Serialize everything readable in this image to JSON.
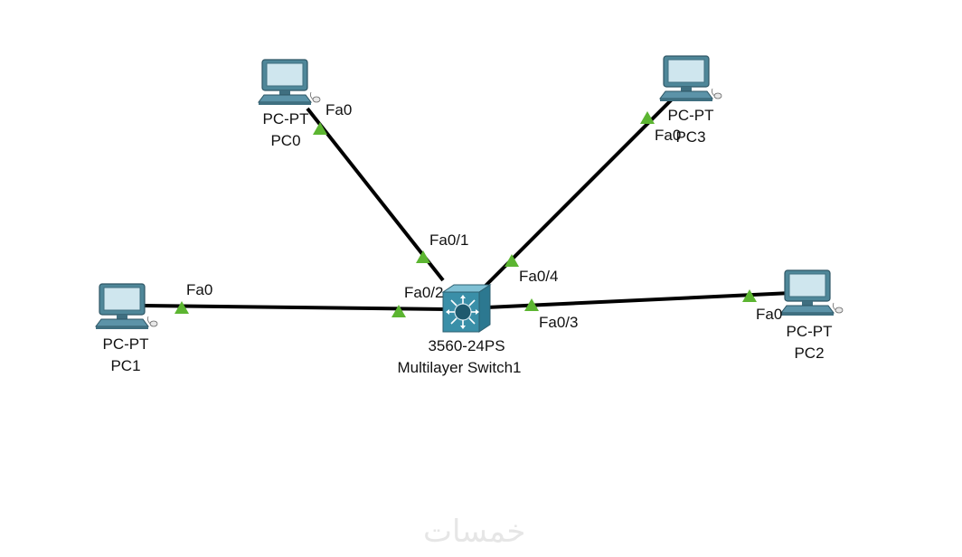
{
  "devices": {
    "pc0": {
      "model": "PC-PT",
      "name": "PC0"
    },
    "pc1": {
      "model": "PC-PT",
      "name": "PC1"
    },
    "pc2": {
      "model": "PC-PT",
      "name": "PC2"
    },
    "pc3": {
      "model": "PC-PT",
      "name": "PC3"
    },
    "switch1": {
      "model": "3560-24PS",
      "name": "Multilayer Switch1"
    }
  },
  "links": {
    "pc0_port": "Fa0",
    "sw_port_pc0": "Fa0/1",
    "pc1_port": "Fa0",
    "sw_port_pc1": "Fa0/2",
    "pc2_port": "Fa0",
    "sw_port_pc2": "Fa0/3",
    "pc3_port": "Fa0",
    "sw_port_pc3": "Fa0/4"
  },
  "colors": {
    "link": "#000000",
    "port_up": "#5cb531",
    "pc_body": "#5c93a8",
    "switch_body": "#3a8fa8"
  },
  "watermark": "خمسات"
}
